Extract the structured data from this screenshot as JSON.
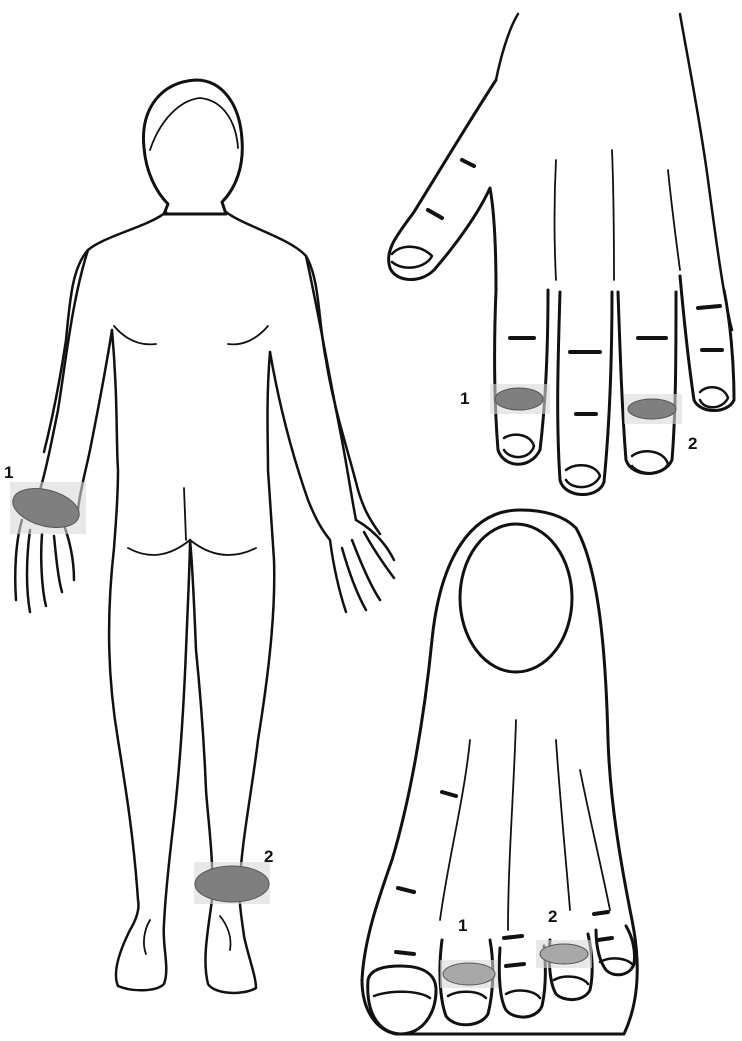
{
  "body_back": {
    "wrist_label": "1",
    "ankle_label": "2"
  },
  "hand": {
    "point1_label": "1",
    "point2_label": "2"
  },
  "foot": {
    "point1_label": "1",
    "point2_label": "2"
  },
  "colors": {
    "outline": "#111111",
    "marker_spot": "#7f7f7f",
    "marker_box": "#d9d9d9"
  }
}
